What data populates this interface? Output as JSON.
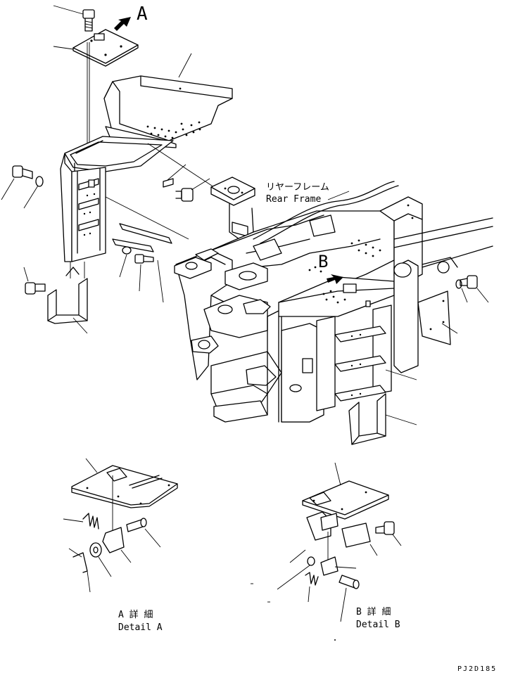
{
  "labels": {
    "view_a": "A",
    "view_b": "B",
    "rear_frame_jp": "リヤーフレーム",
    "rear_frame_en": "Rear Frame",
    "detail_a_jp": "A 詳 細",
    "detail_a_en": "Detail A",
    "detail_b_jp": "B 詳 細",
    "detail_b_en": "Detail B",
    "drawing_code": "PJ2D185"
  }
}
